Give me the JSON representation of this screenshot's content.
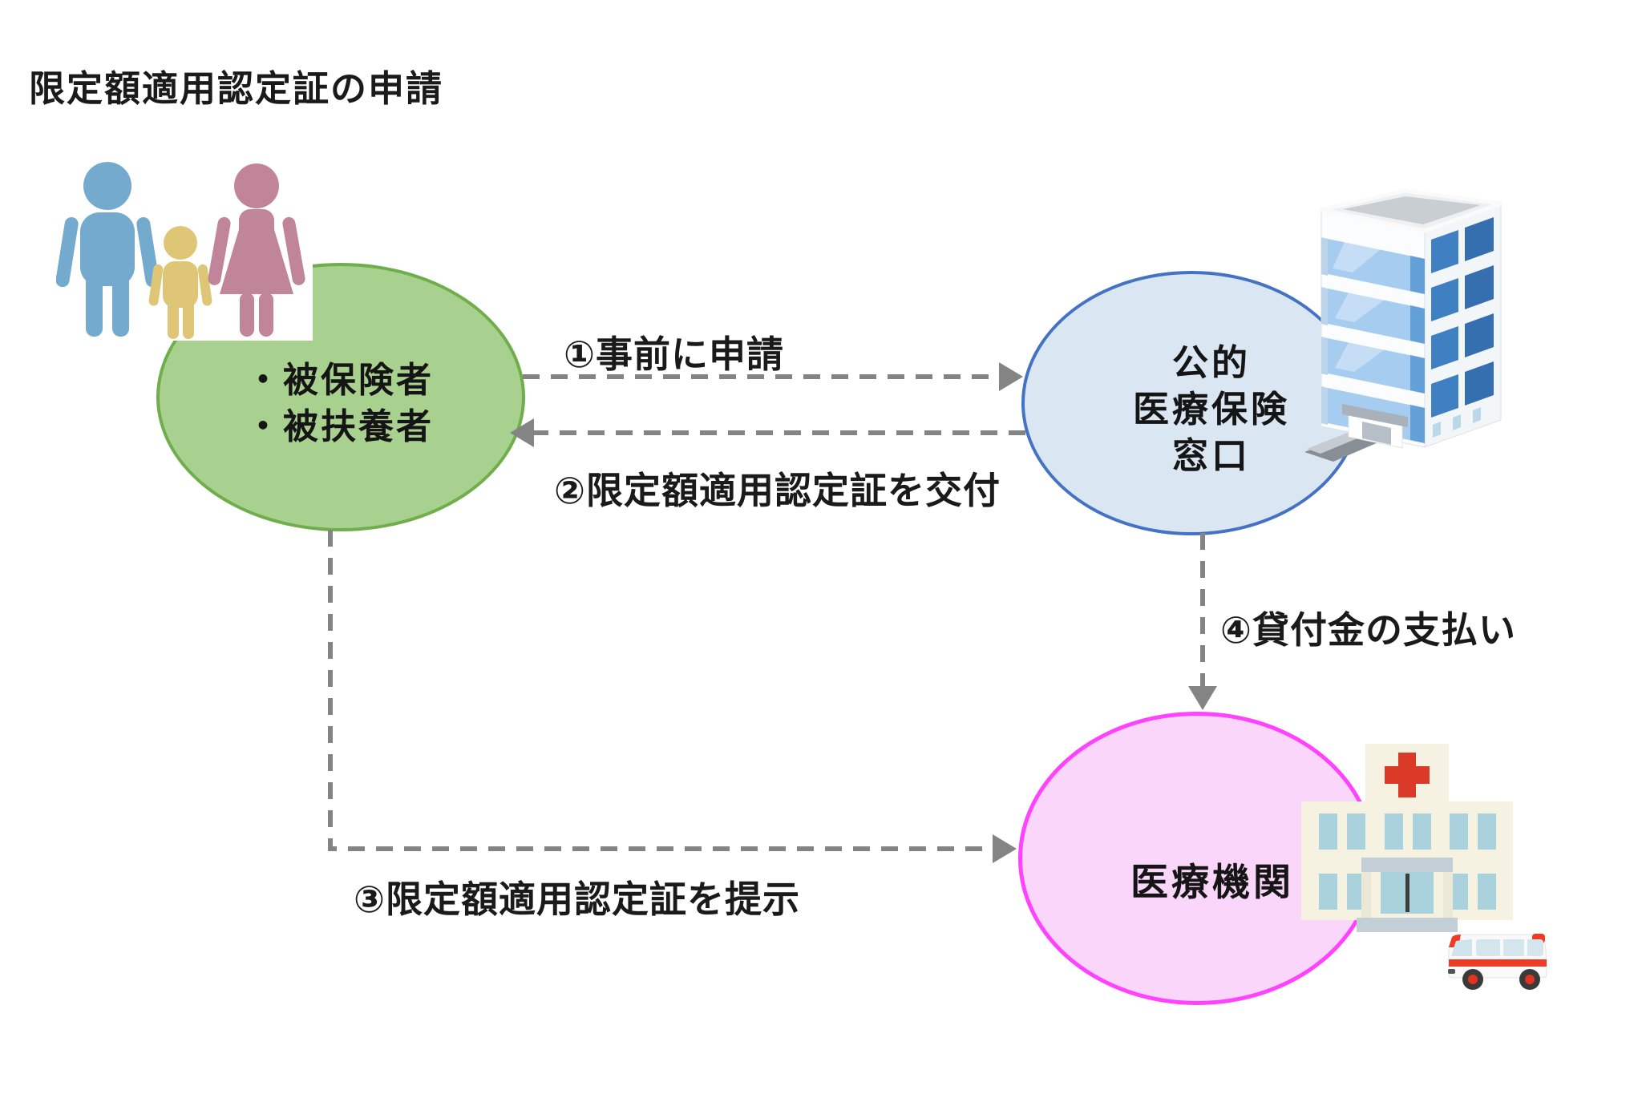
{
  "title": "限定額適用認定証の申請",
  "nodes": {
    "insured": {
      "lines": [
        "・被保険者",
        "・被扶養者"
      ]
    },
    "public_insurance": {
      "lines": [
        "公的",
        "医療保険",
        "窓口"
      ]
    },
    "medical_institution": {
      "label": "医療機関"
    }
  },
  "arrows": {
    "step1": {
      "label": "①事前に申請"
    },
    "step2": {
      "label": "②限定額適用認定証を交付"
    },
    "step3": {
      "label": "③限定額適用認定証を提示"
    },
    "step4": {
      "label": "④貸付金の支払い"
    }
  },
  "icons": {
    "family": "family-icon",
    "office_building": "office-building-icon",
    "hospital": "hospital-icon",
    "ambulance": "ambulance-icon"
  },
  "colors": {
    "insured_fill": "#a8d08e",
    "insured_border": "#6fae4b",
    "insurance_fill": "#dbe6f3",
    "insurance_border": "#4472c4",
    "medical_fill": "#fbd6fb",
    "medical_border": "#ff42ff",
    "arrow": "#848484",
    "text": "#1a1a1a"
  }
}
